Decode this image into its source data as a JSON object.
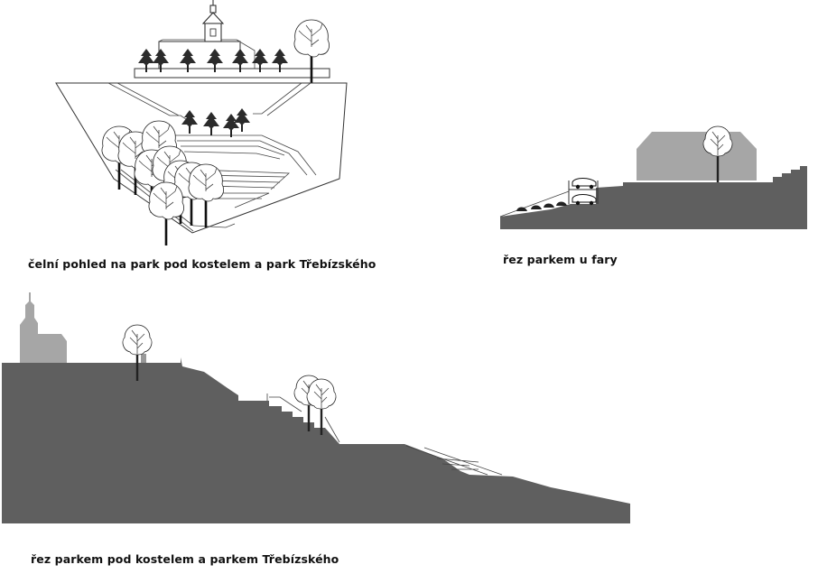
{
  "captions": {
    "front_view": "čelní pohled na park pod kostelem a park Třebízského",
    "section_fara": "řez parkem u fary",
    "section_main": "řez parkem pod kostelem a parkem Třebízského"
  },
  "colors": {
    "ground": "#5f5f5f",
    "building": "#a6a6a6",
    "outline": "#333333"
  }
}
